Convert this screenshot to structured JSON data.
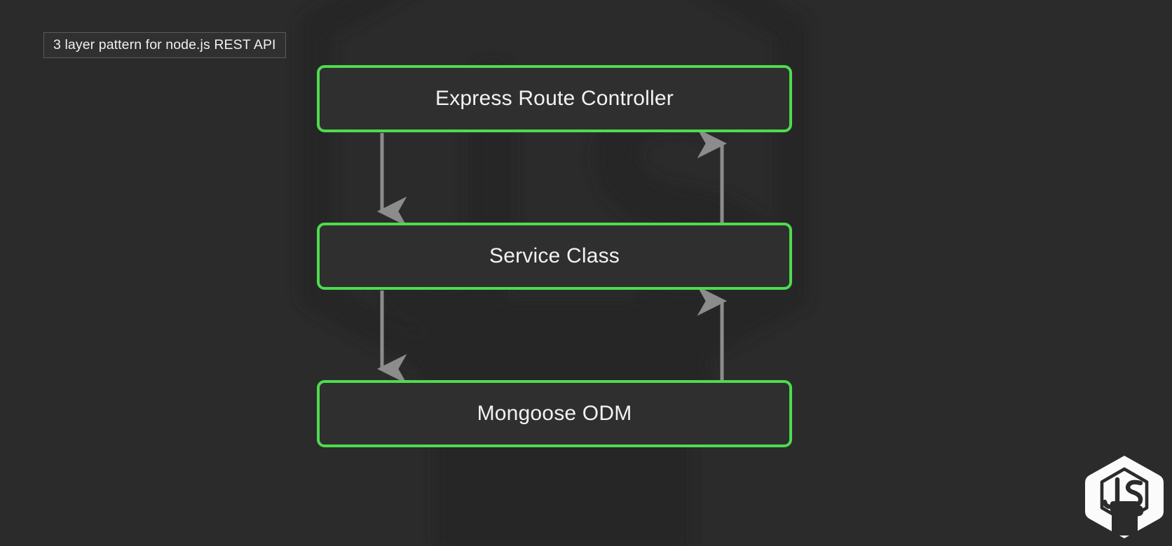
{
  "meta": {
    "background_color": "#2b2b2b",
    "accent_color": "#4edb4e",
    "arrow_color": "#8c8c8c",
    "box_fill_color": "#2f2f2f",
    "text_color": "#f2f2f2"
  },
  "title": {
    "label": "3 layer pattern for node.js REST API"
  },
  "diagram": {
    "layers": [
      {
        "label": "Express Route Controller",
        "name": "express-route-controller"
      },
      {
        "label": "Service Class",
        "name": "service-class"
      },
      {
        "label": "Mongoose ODM",
        "name": "mongoose-odm"
      }
    ],
    "connectors": [
      {
        "name": "controller-to-service",
        "direction": "down",
        "from": "Express Route Controller",
        "to": "Service Class"
      },
      {
        "name": "service-to-mongoose",
        "direction": "down",
        "from": "Service Class",
        "to": "Mongoose ODM"
      },
      {
        "name": "service-to-controller",
        "direction": "up",
        "from": "Service Class",
        "to": "Express Route Controller"
      },
      {
        "name": "mongoose-to-service",
        "direction": "up",
        "from": "Mongoose ODM",
        "to": "Service Class"
      }
    ]
  },
  "logo": {
    "name": "js-fist-logo",
    "text": "JS"
  }
}
